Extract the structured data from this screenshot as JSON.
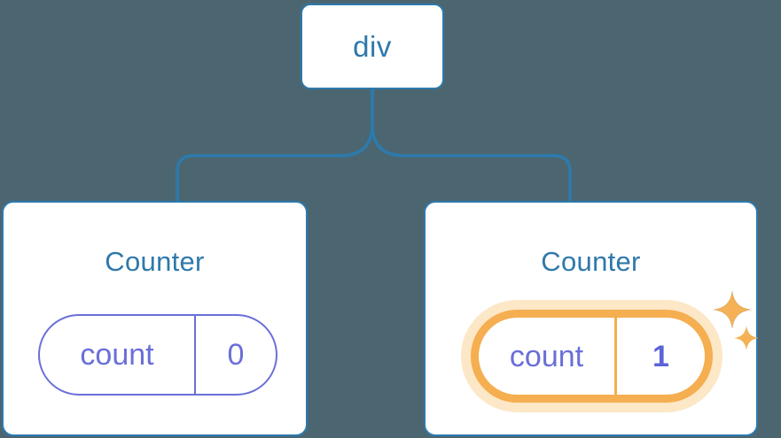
{
  "diagram": {
    "type": "component-tree",
    "background_color": "#4b6670",
    "connector_color": "#2d7aad",
    "node_border_color": "#2d7aad",
    "node_fill_color": "#ffffff",
    "title_color": "#2f78ab",
    "state_color": "#6a6fd8",
    "highlight_color": "#f5ae50",
    "highlight_glow_color": "#fce3bd"
  },
  "root": {
    "label": "div"
  },
  "children": [
    {
      "title": "Counter",
      "state": {
        "key": "count",
        "value": "0"
      },
      "highlighted": false
    },
    {
      "title": "Counter",
      "state": {
        "key": "count",
        "value": "1"
      },
      "highlighted": true,
      "sparkles": [
        {
          "name": "sparkle-large"
        },
        {
          "name": "sparkle-small"
        }
      ]
    }
  ]
}
